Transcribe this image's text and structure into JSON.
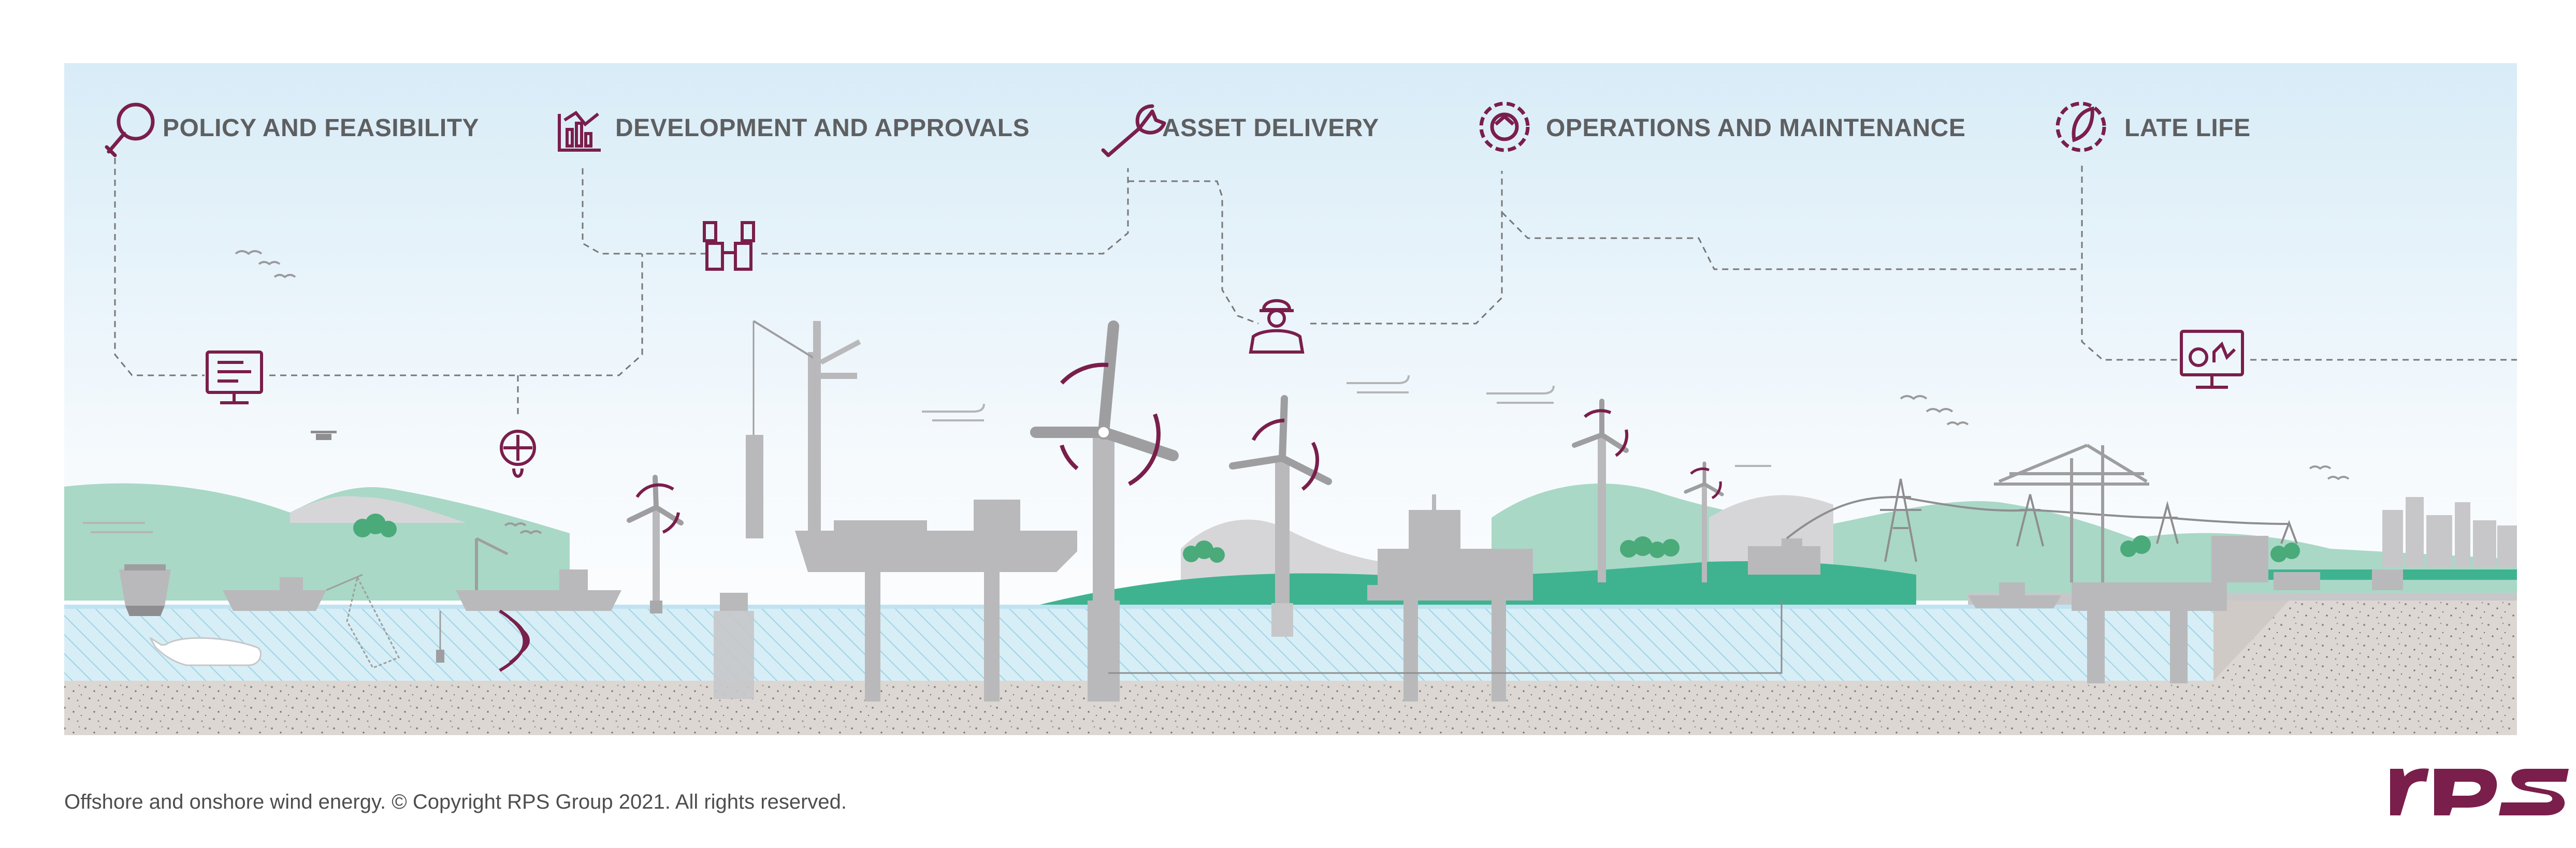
{
  "stages": [
    {
      "label": "POLICY AND FEASIBILITY",
      "icon": "magnifier-icon"
    },
    {
      "label": "DEVELOPMENT AND APPROVALS",
      "icon": "bar-chart-icon"
    },
    {
      "label": "ASSET DELIVERY",
      "icon": "wrench-icon"
    },
    {
      "label": "OPERATIONS AND MAINTENANCE",
      "icon": "gear-refresh-icon"
    },
    {
      "label": "LATE LIFE",
      "icon": "gear-leaf-icon"
    }
  ],
  "milestone_icons": [
    "document-monitor-icon",
    "binoculars-icon",
    "sonar-buoy-icon",
    "engineer-icon",
    "dashboard-monitor-icon"
  ],
  "caption": "Offshore and onshore wind energy.  © Copyright RPS Group 2021. All rights reserved.",
  "logo_text": "rps",
  "colors": {
    "accent": "#7a1e4b",
    "title_text": "#5e5f61",
    "structure_grey": "#b9b9bb",
    "hill_green": "#a9d8c6",
    "land_green": "#3fb38f",
    "water": "#d7eef6",
    "seabed": "#d9d4cf",
    "sky_top": "#d8ecf7"
  }
}
